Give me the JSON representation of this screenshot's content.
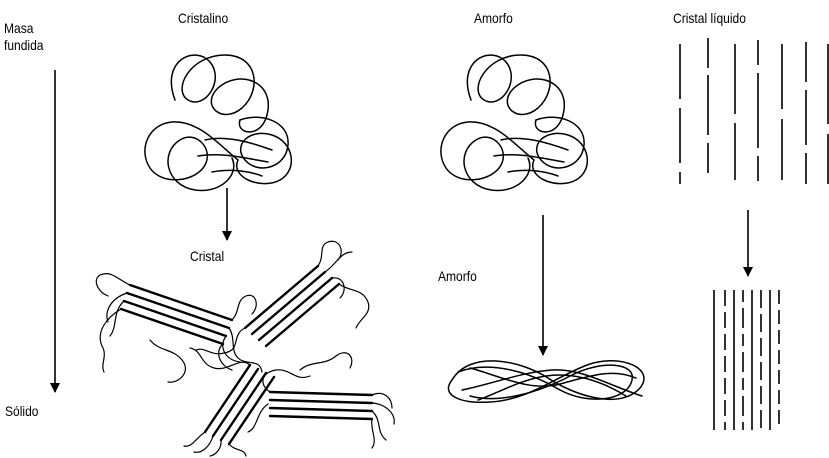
{
  "axis": {
    "top_label_line1": "Masa",
    "top_label_line2": "fundida",
    "bottom_label": "Sólido"
  },
  "columns": {
    "crystalline": {
      "title": "Cristalino",
      "result_label": "Cristal"
    },
    "amorphous": {
      "title": "Amorfo",
      "result_label": "Amorfo"
    },
    "liquid_crystal": {
      "title": "Cristal líquido"
    }
  }
}
